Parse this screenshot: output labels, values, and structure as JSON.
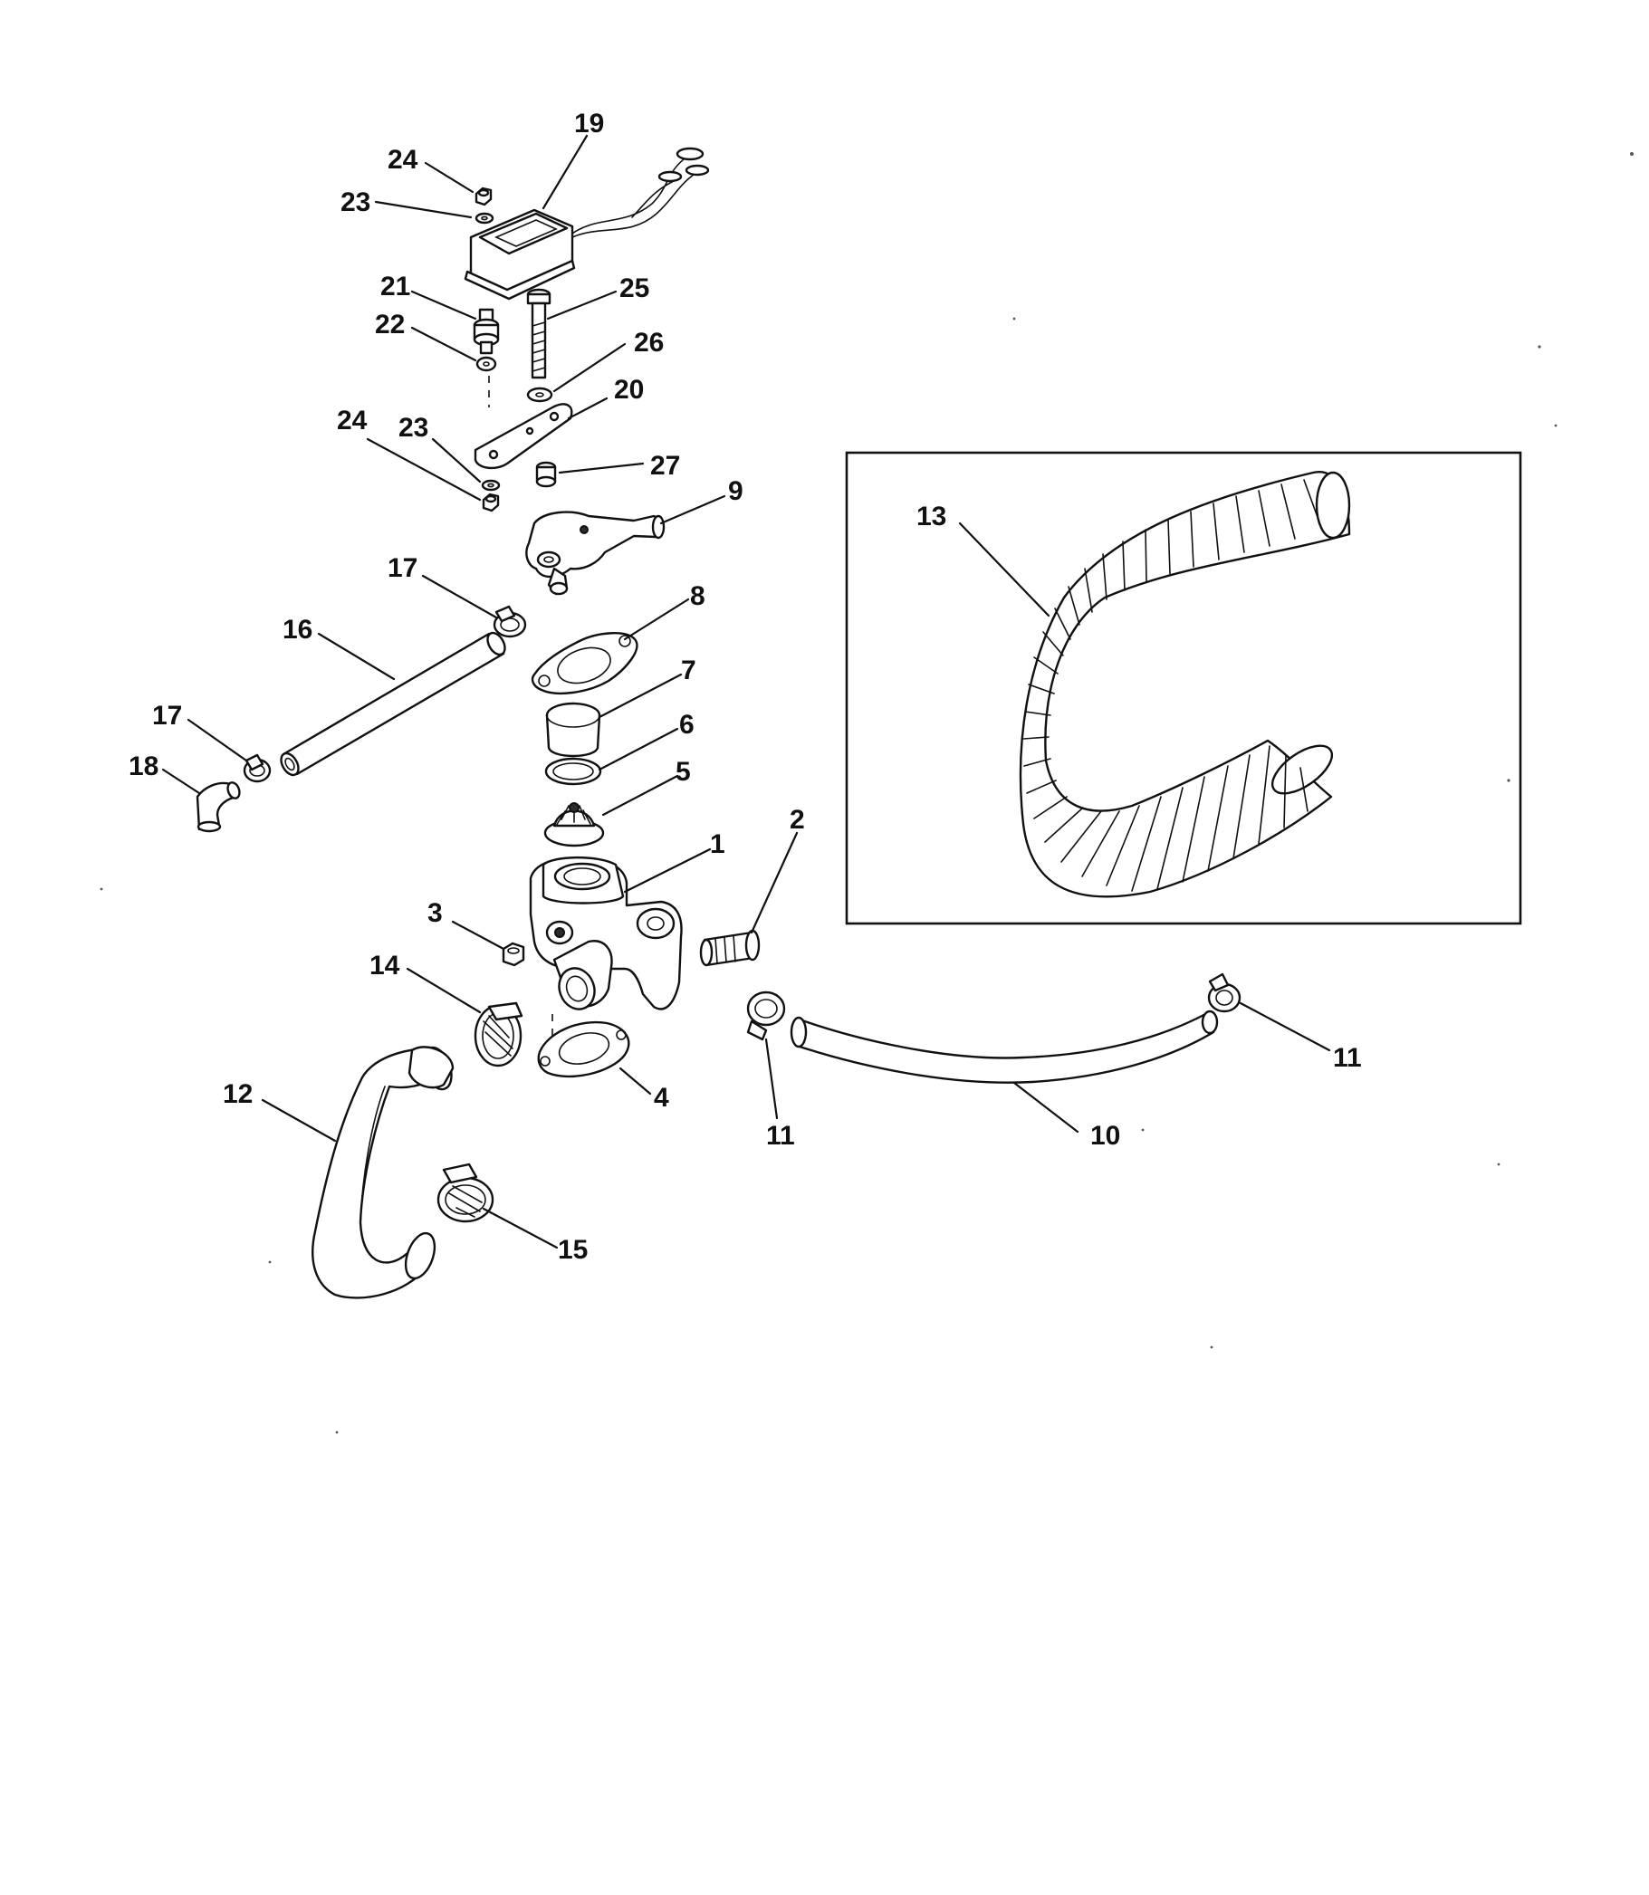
{
  "diagram": {
    "callouts": {
      "c1": "1",
      "c2": "2",
      "c3": "3",
      "c4": "4",
      "c5": "5",
      "c6": "6",
      "c7": "7",
      "c8": "8",
      "c9": "9",
      "c10": "10",
      "c11a": "11",
      "c11b": "11",
      "c12": "12",
      "c13": "13",
      "c14": "14",
      "c15": "15",
      "c16": "16",
      "c17a": "17",
      "c17b": "17",
      "c18": "18",
      "c19": "19",
      "c20": "20",
      "c21": "21",
      "c22": "22",
      "c23a": "23",
      "c23b": "23",
      "c24a": "24",
      "c24b": "24",
      "c25": "25",
      "c26": "26",
      "c27": "27"
    }
  }
}
